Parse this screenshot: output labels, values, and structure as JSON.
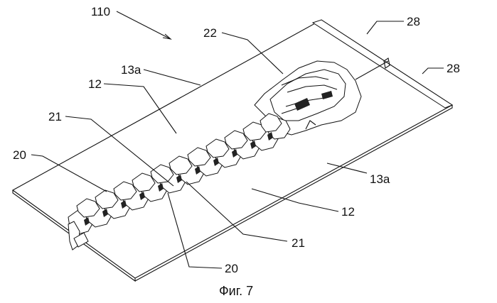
{
  "figure": {
    "caption": "Фиг. 7",
    "labels": {
      "assembly": "110",
      "slider": "22",
      "stop_top": "28",
      "stop_bottom": "28",
      "edge_upper": "13a",
      "edge_lower": "13a",
      "tape_upper": "12",
      "tape_lower": "12",
      "element_upper": "21",
      "element_lower": "21",
      "teeth_upper": "20",
      "teeth_lower": "20"
    },
    "colors": {
      "line": "#111111",
      "background": "#ffffff"
    }
  }
}
